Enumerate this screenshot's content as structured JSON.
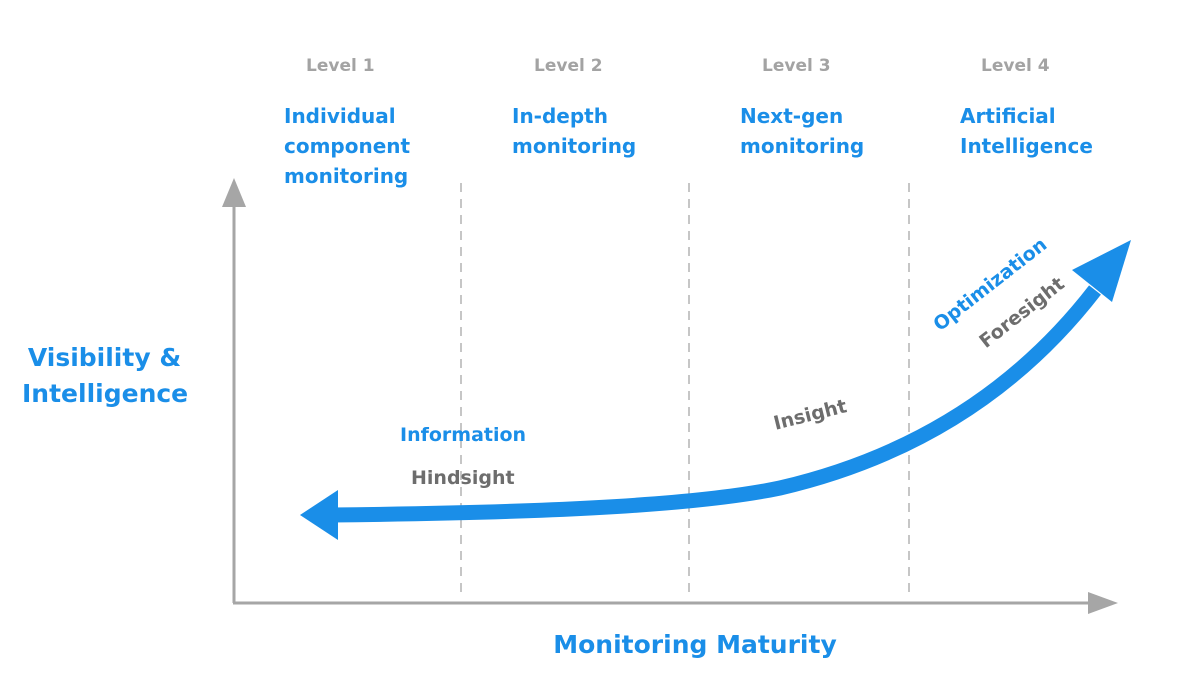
{
  "levels": [
    {
      "label": "Level 1",
      "title": [
        "Individual",
        "component",
        "monitoring"
      ]
    },
    {
      "label": "Level 2",
      "title": [
        "In-depth",
        "monitoring"
      ]
    },
    {
      "label": "Level 3",
      "title": [
        "Next-gen",
        "monitoring"
      ]
    },
    {
      "label": "Level 4",
      "title": [
        "Artificial",
        "Intelligence"
      ]
    }
  ],
  "axes": {
    "y_title": [
      "Visibility &",
      "Intelligence"
    ],
    "x_title": "Monitoring Maturity"
  },
  "curve_labels": {
    "information": "Information",
    "hindsight": "Hindsight",
    "insight": "Insight",
    "optimization": "Optimization",
    "foresight": "Foresight"
  },
  "colors": {
    "accent_blue": "#1a8ee8",
    "level_gray": "#a3a3a3",
    "label_gray": "#6d6d6d",
    "axis_gray": "#a6a6a6"
  }
}
